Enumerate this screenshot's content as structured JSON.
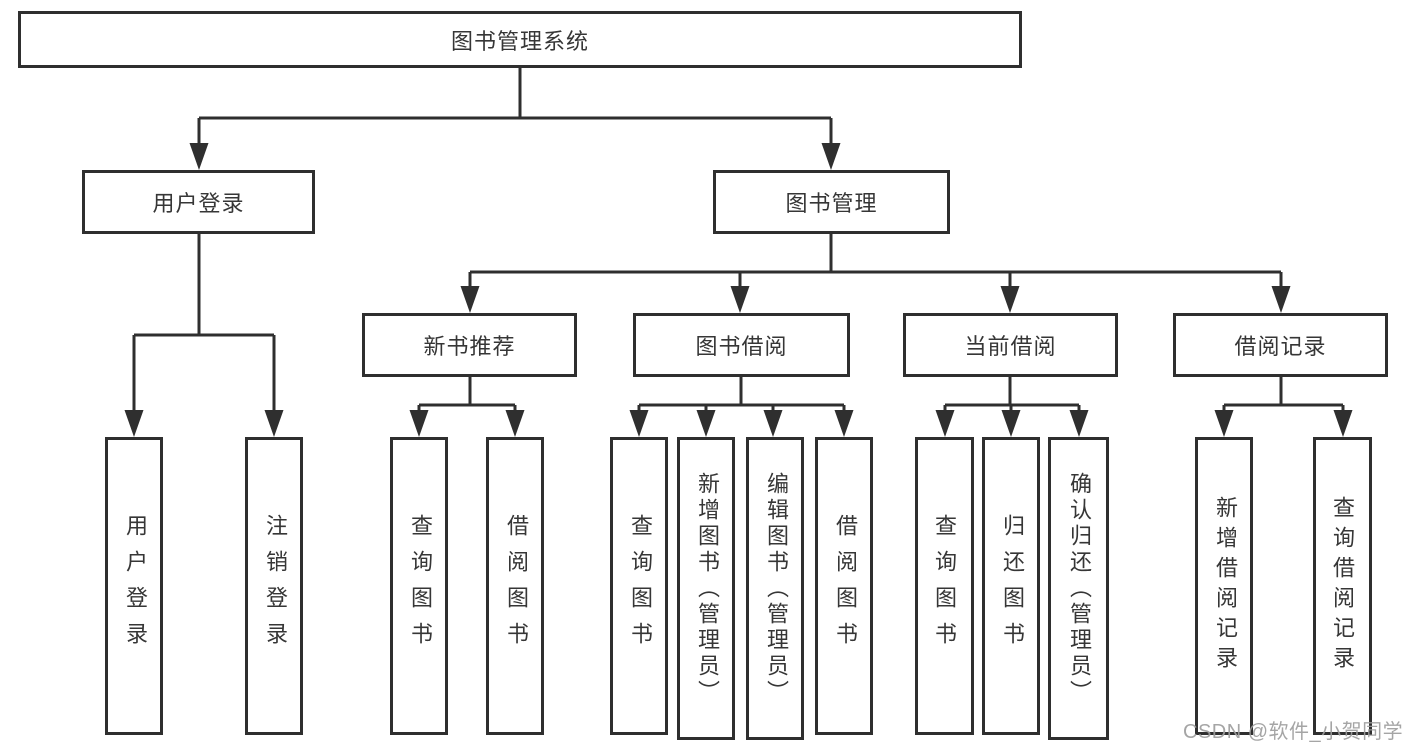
{
  "diagram": {
    "type": "hierarchy-tree",
    "orientation": "top-down",
    "watermark": "CSDN @软件_小贺同学",
    "colors": {
      "background": "#ffffff",
      "line": "#2f2f2f",
      "box_border": "#2f2f2f",
      "box_fill": "#ffffff",
      "text": "#363636",
      "watermark": "#9e9e9e"
    },
    "tree": {
      "label": "图书管理系统",
      "children": [
        {
          "label": "用户登录",
          "children": [
            {
              "label": "用户登录"
            },
            {
              "label": "注销登录"
            }
          ]
        },
        {
          "label": "图书管理",
          "children": [
            {
              "label": "新书推荐",
              "children": [
                {
                  "label": "查询图书"
                },
                {
                  "label": "借阅图书"
                }
              ]
            },
            {
              "label": "图书借阅",
              "children": [
                {
                  "label": "查询图书"
                },
                {
                  "label": "新增图书（管理员）"
                },
                {
                  "label": "编辑图书（管理员）"
                },
                {
                  "label": "借阅图书"
                }
              ]
            },
            {
              "label": "当前借阅",
              "children": [
                {
                  "label": "查询图书"
                },
                {
                  "label": "归还图书"
                },
                {
                  "label": "确认归还（管理员）"
                }
              ]
            },
            {
              "label": "借阅记录",
              "children": [
                {
                  "label": "新增借阅记录"
                },
                {
                  "label": "查询借阅记录"
                }
              ]
            }
          ]
        }
      ]
    }
  }
}
